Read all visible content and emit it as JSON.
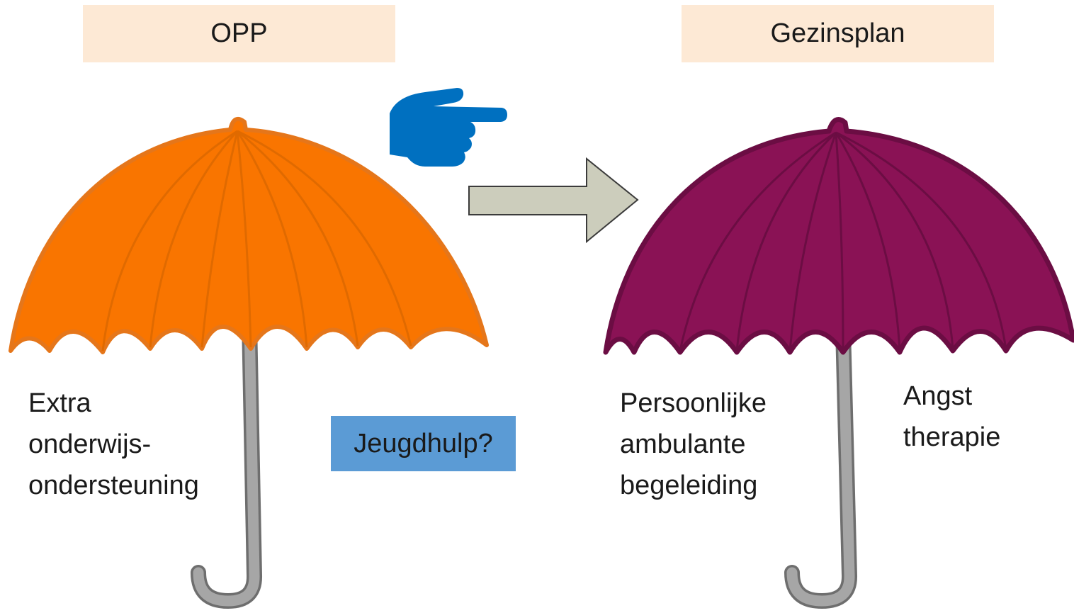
{
  "left_umbrella": {
    "title": "OPP",
    "lines": [
      "Extra",
      "onderwijs-",
      "ondersteuning"
    ],
    "color": "#f97500",
    "outline": "#e5761a"
  },
  "right_umbrella": {
    "title": "Gezinsplan",
    "lines": [
      "Persoonlijke",
      "ambulante",
      "begeleiding"
    ],
    "extra_lines": [
      "Angst",
      "therapie"
    ],
    "color": "#8a1255",
    "outline": "#6b0d43"
  },
  "question_box": {
    "text": "Jeugdhulp?",
    "color": "#5b9bd5"
  },
  "colors": {
    "label_bg": "#fde9d5",
    "arrow": "#cccdbc",
    "hand": "#0070c0",
    "handle": "#a6a6a6"
  },
  "icons": [
    "umbrella-icon",
    "pointing-hand-icon",
    "arrow-right-icon"
  ]
}
